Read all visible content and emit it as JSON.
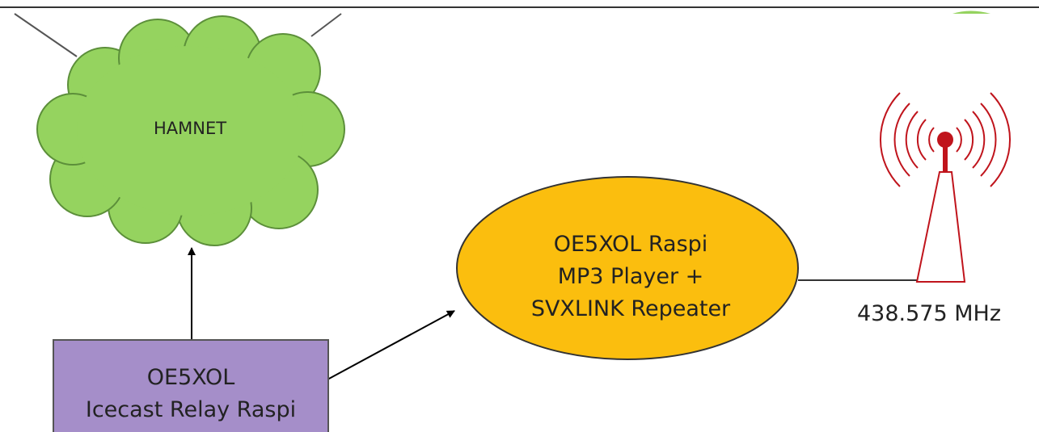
{
  "hamnet": {
    "label": "HAMNET"
  },
  "player_node": {
    "lines": [
      "OE5XOL Raspi",
      "MP3 Player +",
      "SVXLINK Repeater"
    ]
  },
  "relay_node": {
    "lines": [
      "OE5XOL",
      "Icecast Relay Raspi"
    ]
  },
  "antenna": {
    "frequency": "438.575 MHz"
  },
  "colors": {
    "cloud_fill": "#95d35f",
    "cloud_stroke": "#5c8f3a",
    "player_fill": "#fbbe0e",
    "relay_fill": "#a58ec9",
    "antenna_red": "#c0141c"
  }
}
